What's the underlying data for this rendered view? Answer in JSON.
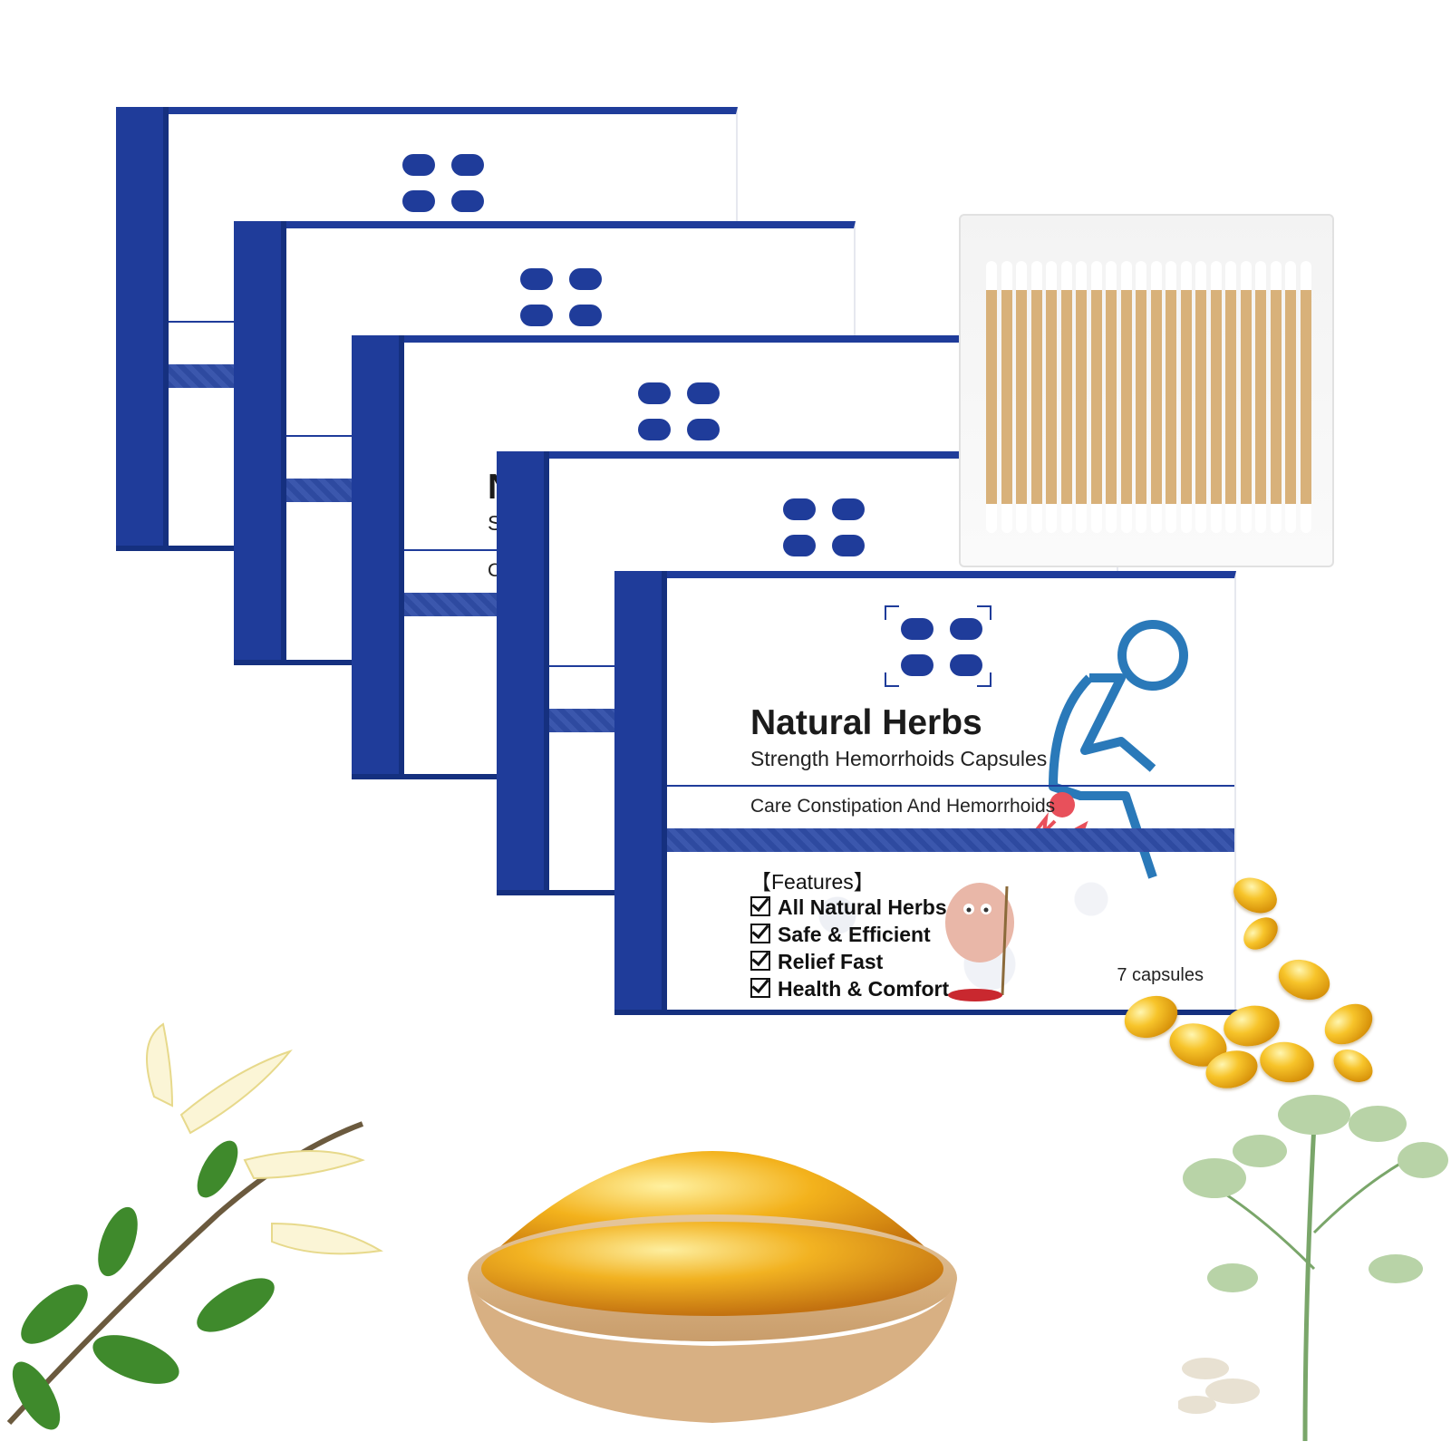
{
  "product": {
    "title": "Natural Herbs",
    "subtitle": "Strength Hemorrhoids Capsules",
    "care_line": "Care Constipation And Hemorrhoids",
    "features_heading": "【Features】",
    "features": [
      "All Natural Herbs",
      "Safe & Efficient",
      "Relief Fast",
      "Health & Comfort"
    ],
    "quantity": "7 capsules"
  },
  "visuals": {
    "box_count": 5,
    "brand_blue": "#1f3c9a",
    "figure_blue": "#2a79b9",
    "pain_red": "#e8505b",
    "capsule_gold": "#f2b418",
    "cotton_swab_pack": "cotton-swabs",
    "capsule_bowl": "wooden-bowl-of-softgels",
    "left_plant": "honeysuckle",
    "right_plant": "herb-sprig"
  }
}
